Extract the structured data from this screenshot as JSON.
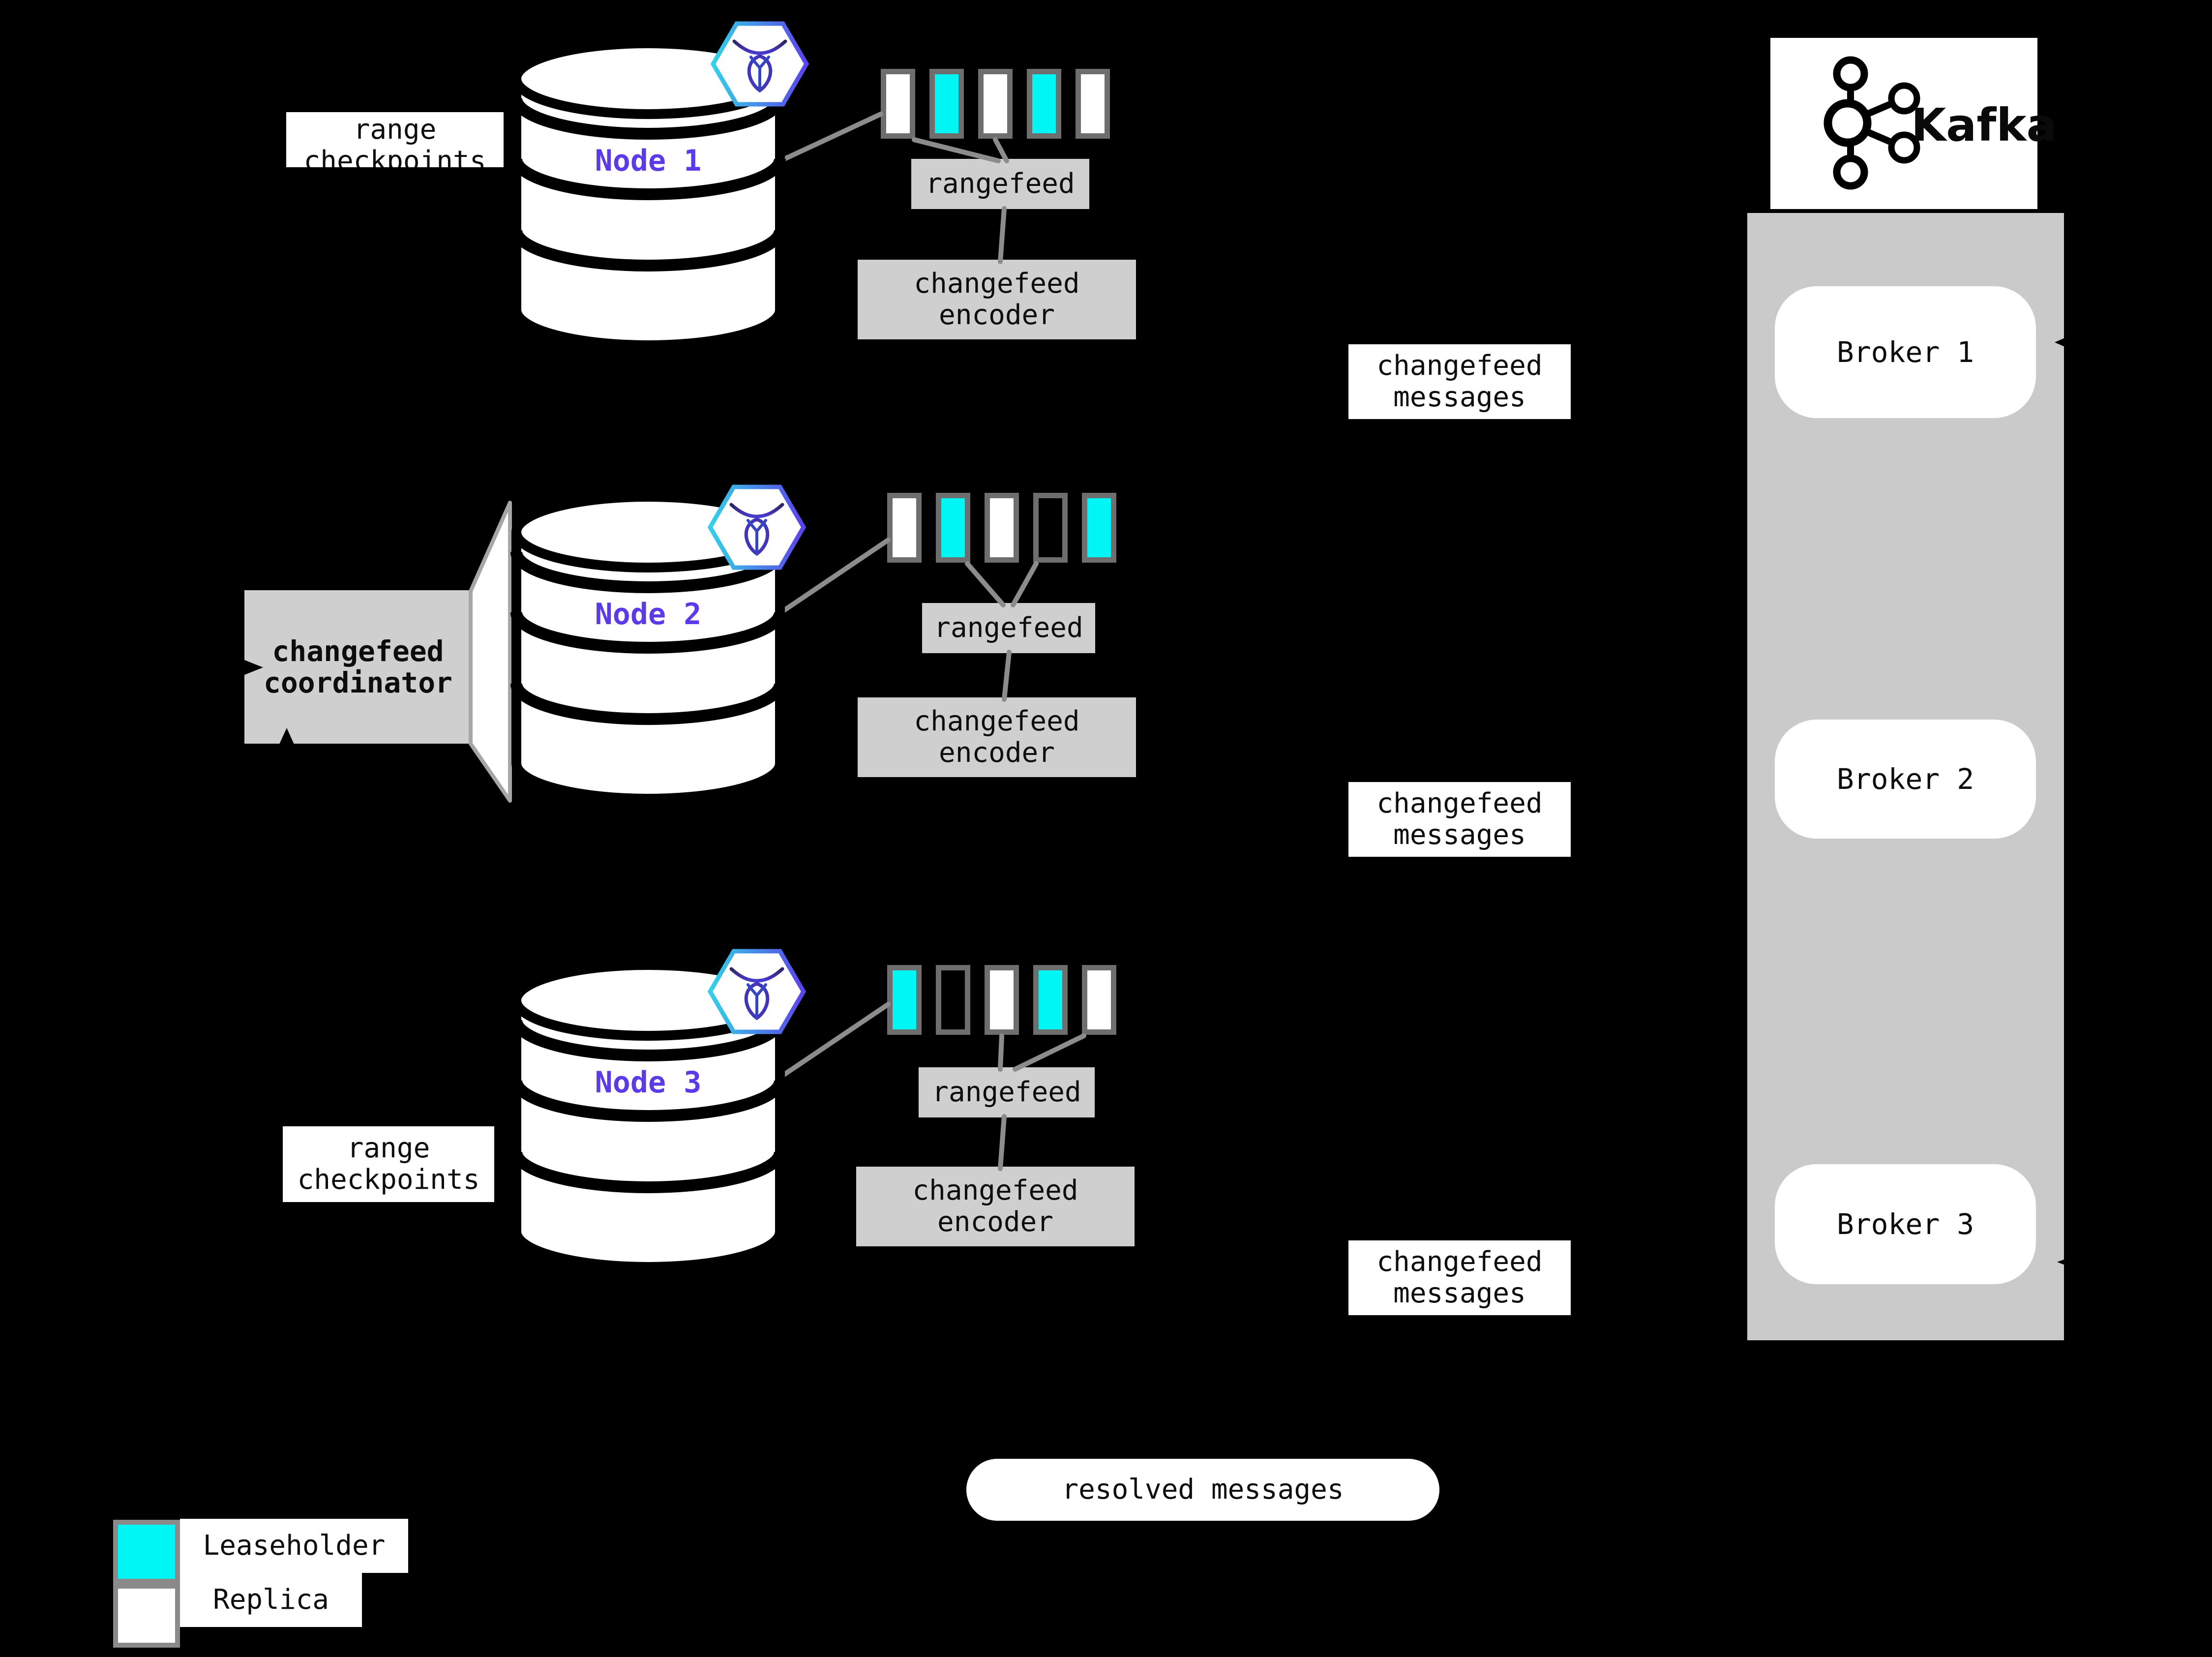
{
  "diagram": {
    "nodes": [
      {
        "label": "Node 1"
      },
      {
        "label": "Node 2"
      },
      {
        "label": "Node 3"
      }
    ],
    "labels": {
      "range_checkpoints": "range checkpoints",
      "rangefeed": "rangefeed",
      "changefeed_encoder": "changefeed encoder",
      "changefeed_messages": "changefeed messages",
      "changefeed_coordinator": "changefeed coordinator",
      "resolved_messages": "resolved messages"
    },
    "kafka": {
      "title": "Kafka",
      "brokers": [
        {
          "label": "Broker 1"
        },
        {
          "label": "Broker 2"
        },
        {
          "label": "Broker 3"
        }
      ]
    },
    "ranges": {
      "rows": [
        {
          "cells": [
            "w",
            "c",
            "w",
            "c",
            "w"
          ]
        },
        {
          "cells": [
            "w",
            "c",
            "w",
            "e",
            "c"
          ]
        },
        {
          "cells": [
            "c",
            "e",
            "w",
            "c",
            "w"
          ]
        }
      ]
    },
    "legend": [
      {
        "kind": "c",
        "label": "Leaseholder"
      },
      {
        "kind": "w",
        "label": "Replica"
      }
    ],
    "colors": {
      "leaseholder_cyan": "#00F5F5",
      "replica_white": "#FFFFFF",
      "box_gray": "#CFCFCF",
      "kafka_container_gray": "#CACACA",
      "cell_border_gray": "#6E6E6E",
      "connector_gray": "#8C8C8C",
      "node_label_purple": "#5B3BE8",
      "background": "#000000"
    }
  }
}
